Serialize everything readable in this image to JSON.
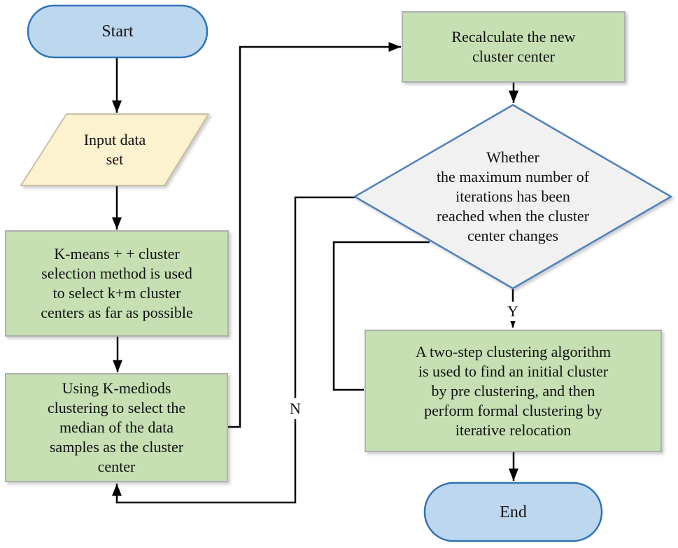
{
  "colors": {
    "background": "#ffffff",
    "text": "#111111",
    "connector": "#000000",
    "terminator-fill": "#bdd7ee",
    "terminator-stroke": "#2e74b5",
    "process-fill": "#c6e0b4",
    "process-stroke": "#aeb0ae",
    "data-fill": "#fdf2cf",
    "data-stroke": "#c8c0a4",
    "decision-fill": "#f1f1f2",
    "decision-stroke": "#4f81bd"
  },
  "nodes": {
    "start": "Start",
    "input_data": "Input data\nset",
    "kmeans": "K-means + + cluster\nselection method is used\nto select k+m cluster\ncenters as far as possible",
    "kmediods": "Using K-mediods\nclustering to select the\nmedian of the data\nsamples as the cluster\ncenter",
    "recalculate": "Recalculate the new\ncluster center",
    "decision": "Whether\nthe maximum number of\niterations has been\nreached when the cluster\ncenter changes",
    "twostep": "A two-step clustering algorithm\nis used to find an initial cluster\nby pre clustering, and then\nperform formal clustering by\niterative relocation",
    "end": "End"
  },
  "edge_labels": {
    "yes": "Y",
    "no": "N"
  }
}
